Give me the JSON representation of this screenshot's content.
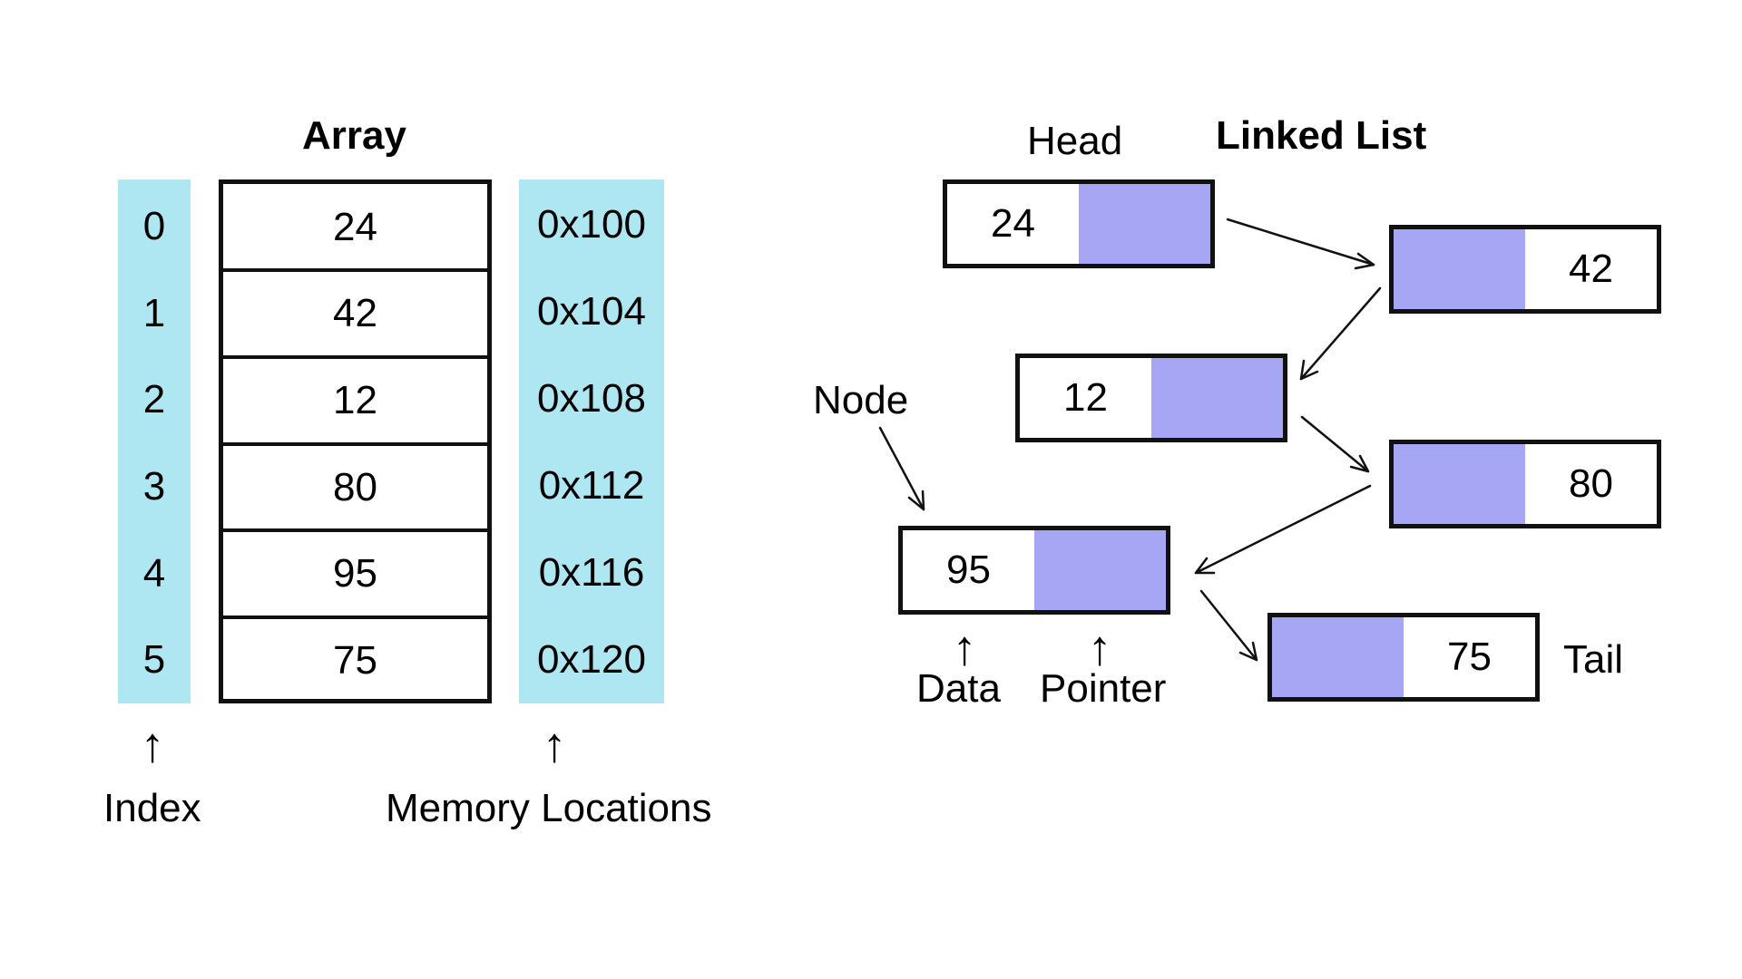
{
  "array": {
    "title": "Array",
    "indices": [
      "0",
      "1",
      "2",
      "3",
      "4",
      "5"
    ],
    "values": [
      "24",
      "42",
      "12",
      "80",
      "95",
      "75"
    ],
    "addresses": [
      "0x100",
      "0x104",
      "0x108",
      "0x112",
      "0x116",
      "0x120"
    ],
    "index_label": "Index",
    "memory_label": "Memory Locations"
  },
  "linked_list": {
    "title": "Linked List",
    "head_label": "Head",
    "tail_label": "Tail",
    "node_label": "Node",
    "data_label": "Data",
    "pointer_label": "Pointer",
    "nodes": [
      "24",
      "42",
      "12",
      "80",
      "95",
      "75"
    ]
  },
  "colors": {
    "index_column": "#aee7f2",
    "pointer_fill": "#a6a6f5",
    "border": "#111111"
  }
}
